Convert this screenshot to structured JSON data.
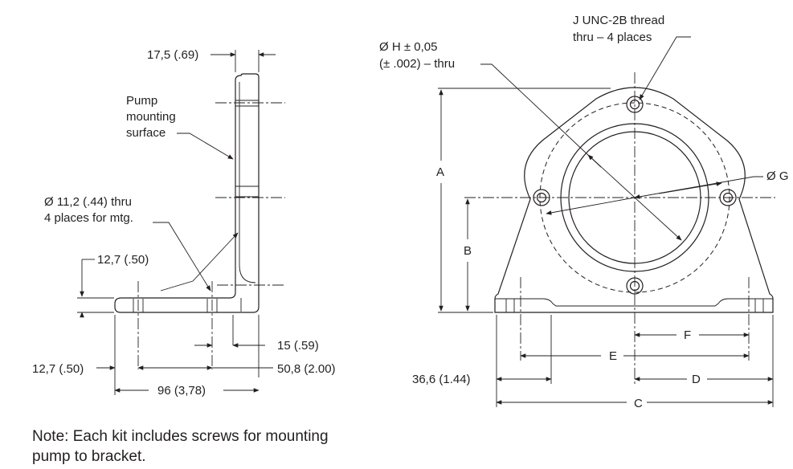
{
  "side_view": {
    "dim_thickness": "17,5 (.69)",
    "pump_label": [
      "Pump",
      "mounting",
      "surface"
    ],
    "hole_label": [
      "Ø 11,2 (.44) thru",
      "4 places for mtg."
    ],
    "dim_height": "12,7 (.50)",
    "dim_foot_offset": "12,7 (.50)",
    "dim_15": "15 (.59)",
    "dim_50": "50,8 (2.00)",
    "dim_96": "96 (3,78)"
  },
  "front_view": {
    "thread_label": [
      "J UNC-2B thread",
      "thru – 4 places"
    ],
    "bore_label": [
      "Ø H ± 0,05",
      "(± .002) – thru"
    ],
    "diam_g": "Ø G",
    "letters": {
      "a": "A",
      "b": "B",
      "c": "C",
      "d": "D",
      "e": "E",
      "f": "F"
    },
    "dim_36": "36,6 (1.44)"
  },
  "note": [
    "Note: Each kit includes screws for mounting",
    "pump to bracket."
  ]
}
